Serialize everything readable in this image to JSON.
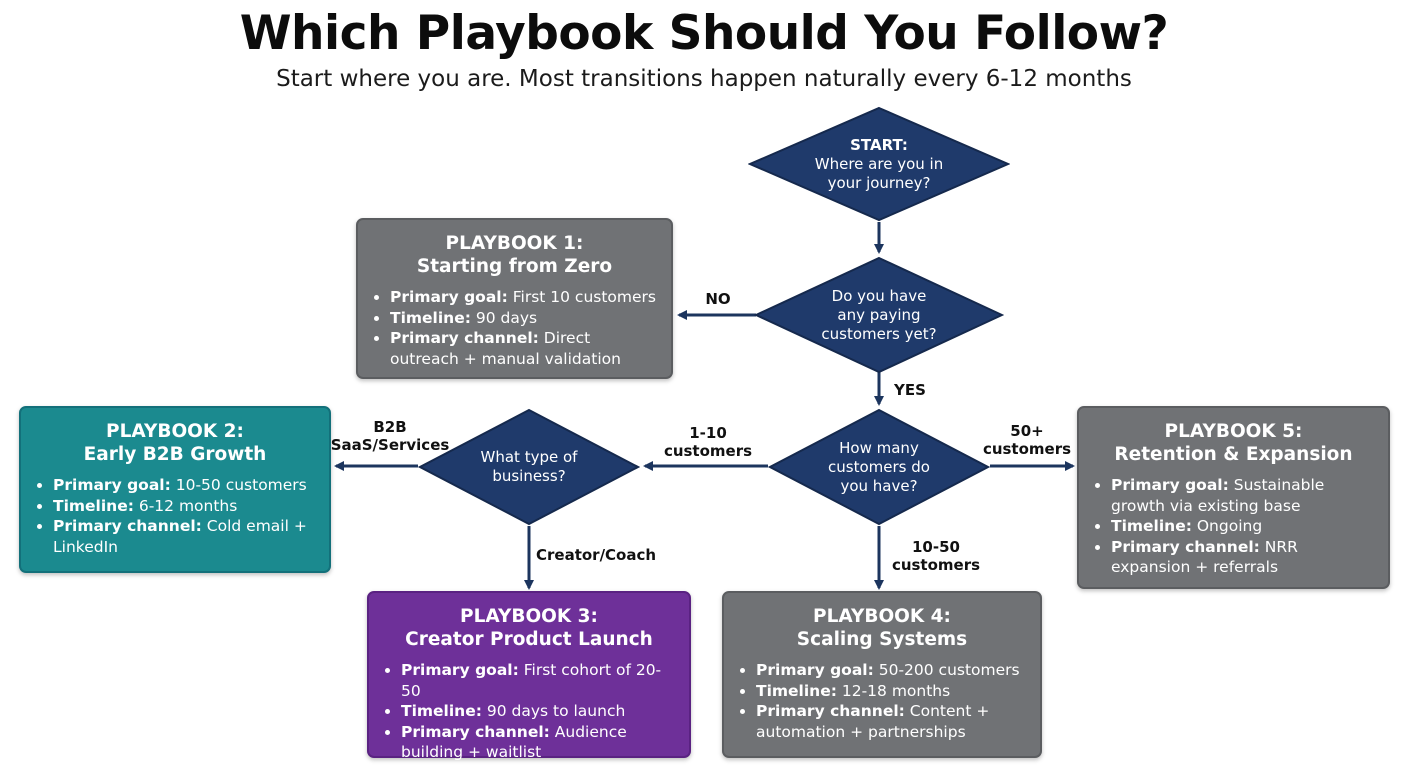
{
  "title": "Which Playbook Should You Follow?",
  "subtitle": "Start where you are. Most transitions happen naturally every 6-12 months",
  "colors": {
    "diamond": "#1f3a6b",
    "arrow": "#1c355e",
    "gray": "#707275",
    "teal": "#1b8a8f",
    "purple": "#6e3099"
  },
  "decisions": {
    "start": {
      "line1": "START:",
      "line2": "Where are you in",
      "line3": "your journey?"
    },
    "paying": {
      "line1": "Do you have",
      "line2": "any paying",
      "line3": "customers yet?"
    },
    "count": {
      "line1": "How many",
      "line2": "customers do",
      "line3": "you have?"
    },
    "type": {
      "line1": "What type of",
      "line2": "business?"
    }
  },
  "labels": {
    "no": "NO",
    "yes": "YES",
    "one_ten_a": "1-10",
    "one_ten_b": "customers",
    "fifty_a": "50+",
    "fifty_b": "customers",
    "ten_fifty_a": "10-50",
    "ten_fifty_b": "customers",
    "b2b_a": "B2B",
    "b2b_b": "SaaS/Services",
    "creator": "Creator/Coach"
  },
  "playbooks": {
    "p1": {
      "title_a": "PLAYBOOK 1:",
      "title_b": "Starting from Zero",
      "goal_label": "Primary goal:",
      "goal": " First 10 customers",
      "timeline_label": "Timeline:",
      "timeline": " 90 days",
      "channel_label": "Primary channel:",
      "channel": " Direct outreach + manual validation"
    },
    "p2": {
      "title_a": "PLAYBOOK 2:",
      "title_b": "Early B2B Growth",
      "goal_label": "Primary goal:",
      "goal": " 10-50 customers",
      "timeline_label": "Timeline:",
      "timeline": " 6-12 months",
      "channel_label": "Primary channel:",
      "channel": " Cold email + LinkedIn"
    },
    "p3": {
      "title_a": "PLAYBOOK 3:",
      "title_b": "Creator Product Launch",
      "goal_label": "Primary goal:",
      "goal": " First cohort of 20-50",
      "timeline_label": "Timeline:",
      "timeline": " 90 days to launch",
      "channel_label": "Primary channel:",
      "channel": " Audience building + waitlist"
    },
    "p4": {
      "title_a": "PLAYBOOK 4:",
      "title_b": "Scaling Systems",
      "goal_label": "Primary goal:",
      "goal": " 50-200 customers",
      "timeline_label": "Timeline:",
      "timeline": " 12-18 months",
      "channel_label": "Primary channel:",
      "channel": " Content + automation + partnerships"
    },
    "p5": {
      "title_a": "PLAYBOOK 5:",
      "title_b": "Retention & Expansion",
      "goal_label": "Primary goal:",
      "goal": " Sustainable growth via existing base",
      "timeline_label": "Timeline:",
      "timeline": " Ongoing",
      "channel_label": "Primary channel:",
      "channel": " NRR expansion + referrals"
    }
  }
}
